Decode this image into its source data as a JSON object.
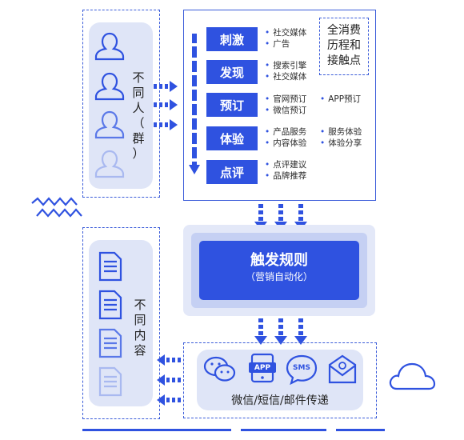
{
  "audience_label": [
    "不",
    "同",
    "人",
    "（",
    "群",
    "）"
  ],
  "content_label": [
    "不",
    "同",
    "内",
    "容"
  ],
  "journey_label": [
    "全消费",
    "历程和",
    "接触点"
  ],
  "stages": [
    {
      "name": "刺激",
      "items": [
        "社交媒体",
        "广告"
      ]
    },
    {
      "name": "发现",
      "items": [
        "搜索引擎",
        "社交媒体"
      ]
    },
    {
      "name": "预订",
      "items": [
        "官网预订",
        "微信预订",
        "APP预订"
      ]
    },
    {
      "name": "体验",
      "items": [
        "产品服务",
        "内容体验",
        "服务体验",
        "体验分享"
      ]
    },
    {
      "name": "点评",
      "items": [
        "点评建议",
        "品牌推荐"
      ]
    }
  ],
  "rules": {
    "title": "触发规则",
    "subtitle": "（营销自动化）"
  },
  "channels": {
    "caption": "微信/短信/邮件传递",
    "app_icon_text": "APP",
    "sms_icon_text": "SMS"
  },
  "colors": {
    "primary": "#2f52e0",
    "panel": "#dfe5f7",
    "dashed": "#3a5bd9"
  }
}
